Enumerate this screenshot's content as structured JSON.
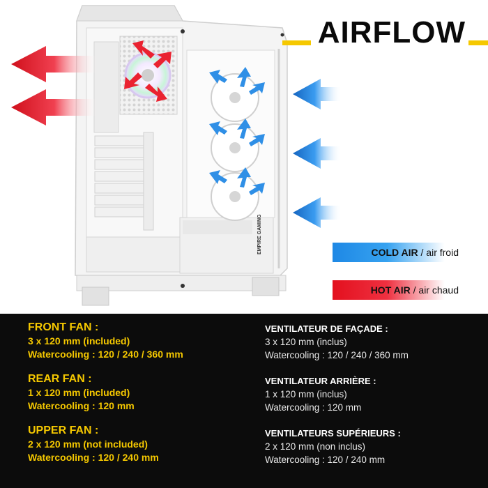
{
  "header": {
    "title": "AIRFLOW"
  },
  "case": {
    "brand": "EMPIRE GAMING"
  },
  "legend": {
    "cold_strong": "COLD AIR",
    "cold_rest": " / air froid",
    "cold_color": "#1e88e5",
    "hot_strong": "HOT AIR",
    "hot_rest": " / air chaud",
    "hot_color": "#e3101e"
  },
  "specs_en": [
    {
      "heading": "FRONT FAN :",
      "line1": "3 x 120 mm (included)",
      "line2": "Watercooling : 120 / 240 / 360 mm"
    },
    {
      "heading": "REAR FAN :",
      "line1": "1 x 120 mm (included)",
      "line2": "Watercooling : 120 mm"
    },
    {
      "heading": "UPPER FAN :",
      "line1": "2 x 120 mm (not included)",
      "line2": "Watercooling : 120 / 240 mm"
    }
  ],
  "specs_fr": [
    {
      "heading": "VENTILATEUR DE FAÇADE :",
      "line1": "3 x 120 mm (inclus)",
      "line2": "Watercooling : 120 / 240 / 360 mm"
    },
    {
      "heading": "VENTILATEUR ARRIÈRE :",
      "line1": "1 x 120 mm (inclus)",
      "line2": "Watercooling : 120 mm"
    },
    {
      "heading": "VENTILATEURS SUPÉRIEURS :",
      "line1": "2 x 120 mm (non inclus)",
      "line2": "Watercooling : 120 / 240 mm"
    }
  ],
  "colors": {
    "accent_yellow": "#f5c800",
    "panel_black": "#0c0c0c"
  }
}
